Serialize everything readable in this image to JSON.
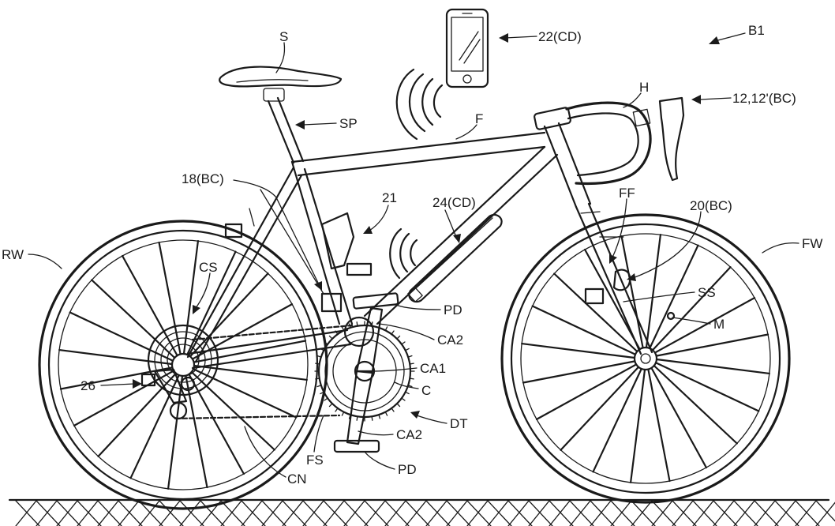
{
  "labels": {
    "saddle": "S",
    "smart_device": "22(CD)",
    "bicycle_ref": "B1",
    "handlebar": "H",
    "brake_controls": "12,12'(BC)",
    "seatpost": "SP",
    "frame": "F",
    "rear_controller": "18(BC)",
    "bottle_cage": "21",
    "battery_unit": "24(CD)",
    "front_fork": "FF",
    "front_derailleur_ctrl": "20(BC)",
    "rear_wheel": "RW",
    "front_wheel": "FW",
    "chain_stay": "CS",
    "pedal_top": "PD",
    "crank_arm_top": "CA2",
    "speed_sensor": "SS",
    "magnet": "M",
    "crank_axle": "CA1",
    "chainring": "C",
    "rear_sensor": "26",
    "drive_train": "DT",
    "crank_arm_bottom": "CA2",
    "frame_sensor": "FS",
    "pedal_bottom": "PD",
    "chain": "CN"
  },
  "colors": {
    "ink": "#1a1a1a",
    "background": "#ffffff"
  },
  "wheels": {
    "spoke_count": 20
  }
}
